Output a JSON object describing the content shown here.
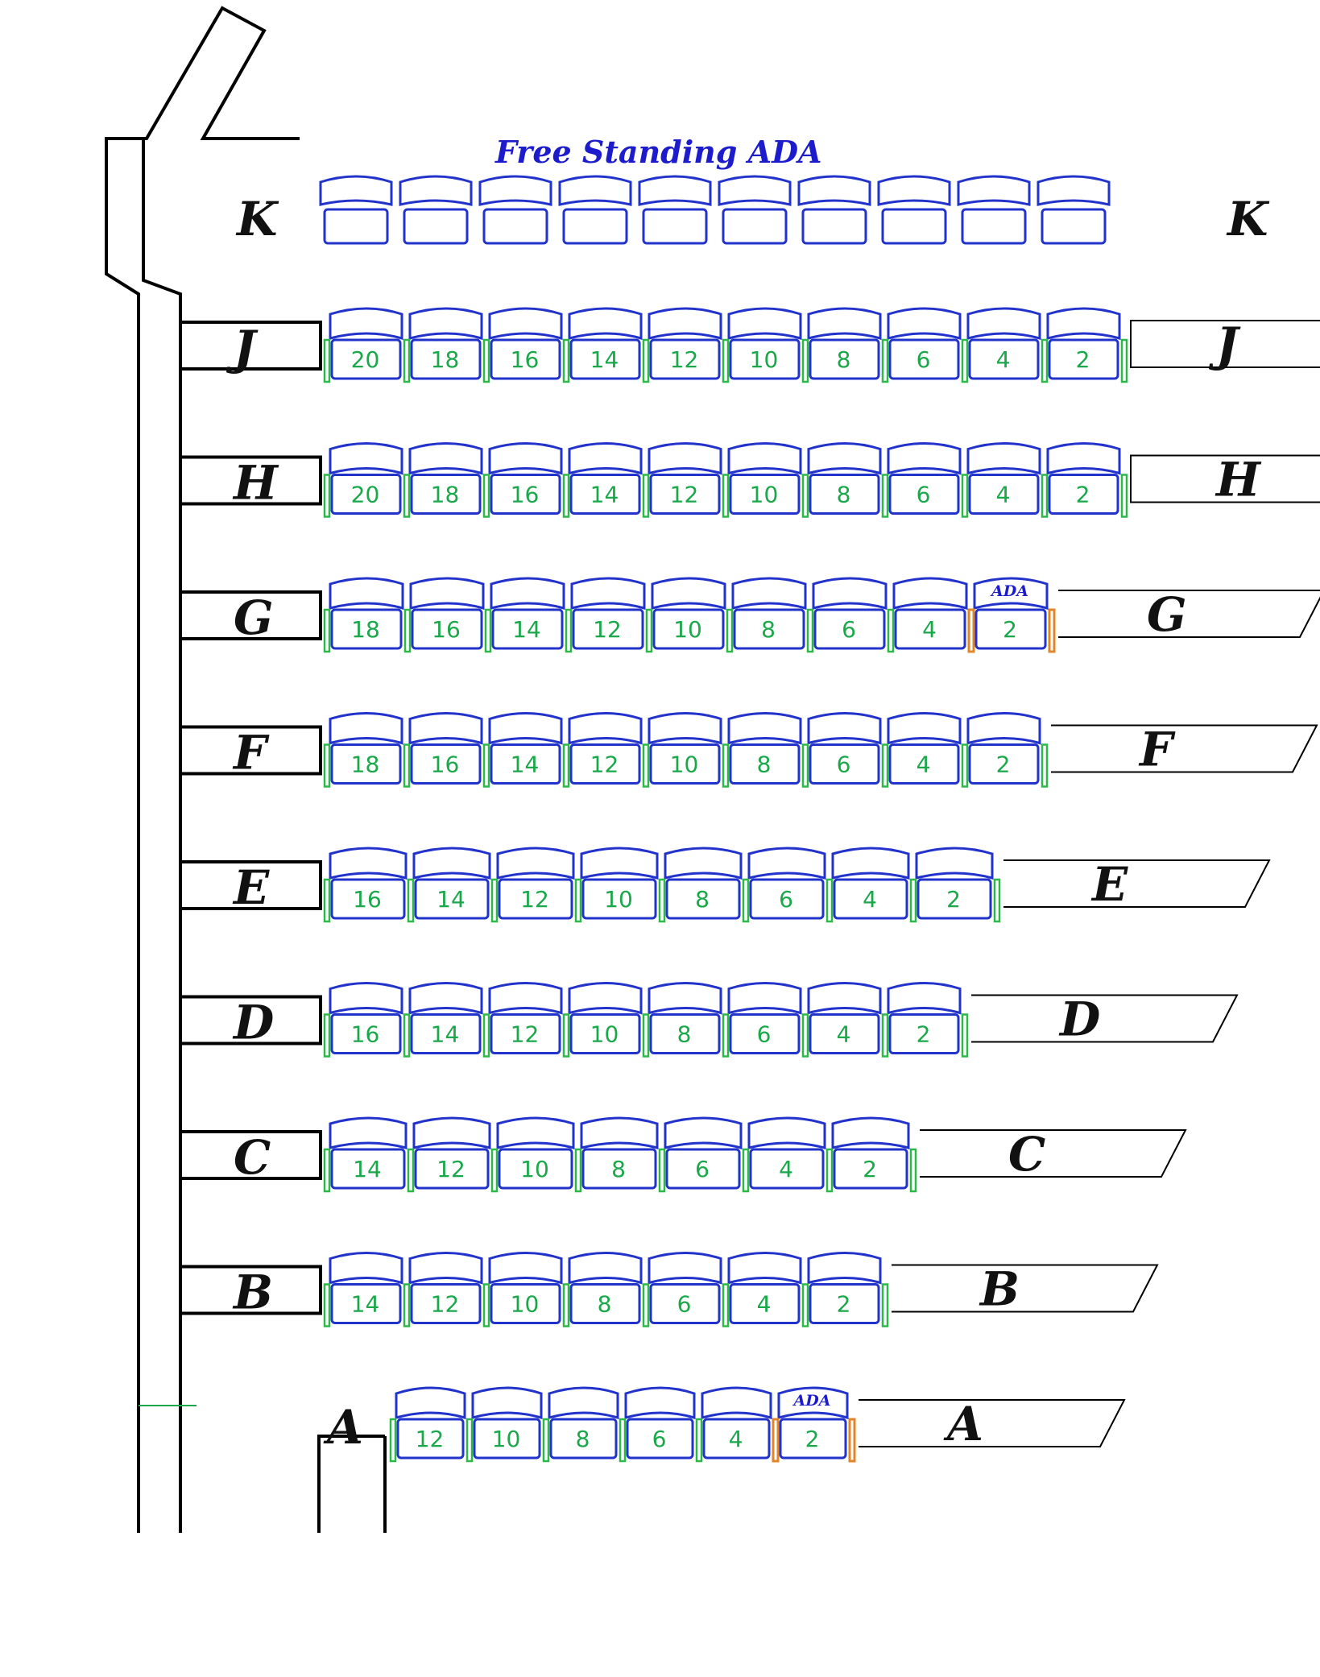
{
  "free_standing": {
    "title": "Free Standing  ADA",
    "row": "K",
    "seat_count": 10
  },
  "rows": [
    {
      "letter": "J",
      "seats": [
        "20",
        "18",
        "16",
        "14",
        "12",
        "10",
        "8",
        "6",
        "4",
        "2"
      ],
      "ada_tag": ""
    },
    {
      "letter": "H",
      "seats": [
        "20",
        "18",
        "16",
        "14",
        "12",
        "10",
        "8",
        "6",
        "4",
        "2"
      ],
      "ada_tag": ""
    },
    {
      "letter": "G",
      "seats": [
        "18",
        "16",
        "14",
        "12",
        "10",
        "8",
        "6",
        "4",
        "2"
      ],
      "ada_tag": "ADA"
    },
    {
      "letter": "F",
      "seats": [
        "18",
        "16",
        "14",
        "12",
        "10",
        "8",
        "6",
        "4",
        "2"
      ],
      "ada_tag": ""
    },
    {
      "letter": "E",
      "seats": [
        "16",
        "14",
        "12",
        "10",
        "8",
        "6",
        "4",
        "2"
      ],
      "ada_tag": ""
    },
    {
      "letter": "D",
      "seats": [
        "16",
        "14",
        "12",
        "10",
        "8",
        "6",
        "4",
        "2"
      ],
      "ada_tag": ""
    },
    {
      "letter": "C",
      "seats": [
        "14",
        "12",
        "10",
        "8",
        "6",
        "4",
        "2"
      ],
      "ada_tag": ""
    },
    {
      "letter": "B",
      "seats": [
        "14",
        "12",
        "10",
        "8",
        "6",
        "4",
        "2"
      ],
      "ada_tag": ""
    },
    {
      "letter": "A",
      "seats": [
        "12",
        "10",
        "8",
        "6",
        "4",
        "2"
      ],
      "ada_tag": "ADA"
    }
  ],
  "colors": {
    "seat_outline": "#2233cc",
    "seat_number": "#1aa84a",
    "armrest": "#2db84a",
    "ada_end": "#e0852a",
    "walls": "#000000",
    "row_letter": "#111111"
  }
}
